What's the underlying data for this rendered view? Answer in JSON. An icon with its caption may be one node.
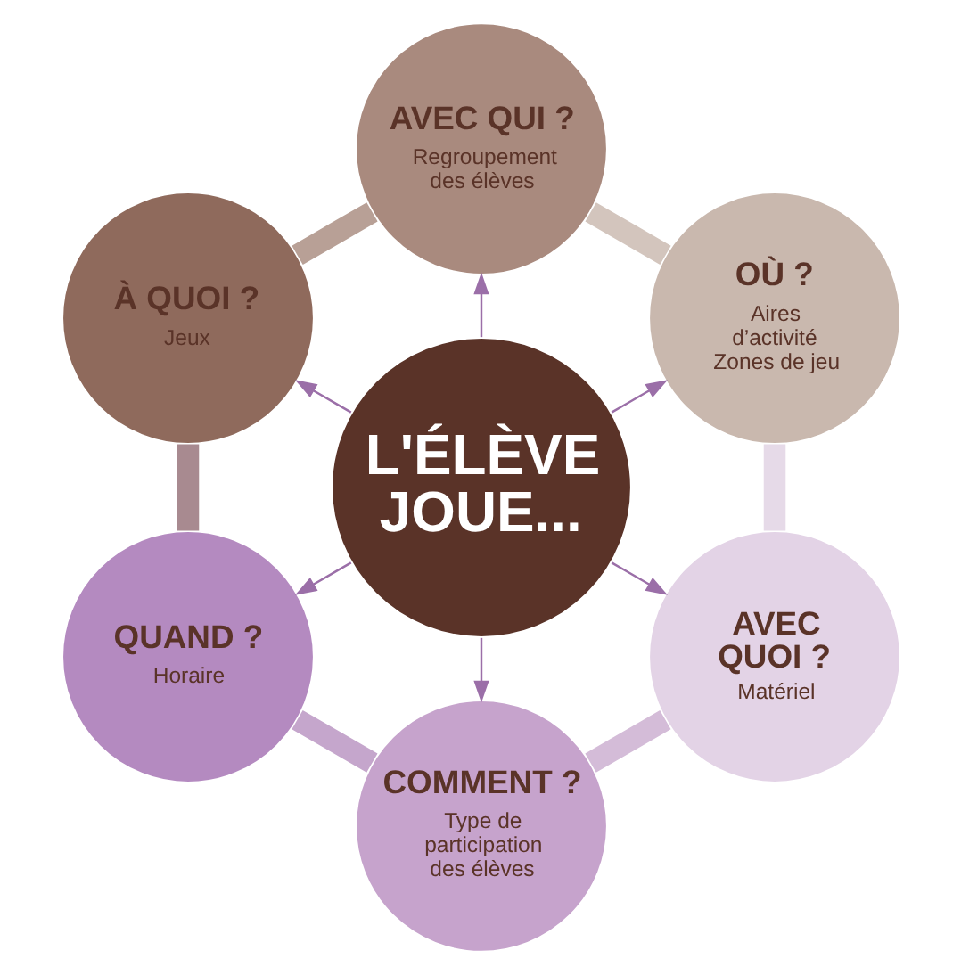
{
  "diagram": {
    "nodes": [
      {
        "text": [
          "L'ÉLÈVE JOUE..."
        ]
      },
      {
        "text": [
          "OÙ ?",
          "Aires d’activité Zones de jeu"
        ]
      },
      {
        "text": [
          "AVEC QUI ?",
          "Regroupement des élèves"
        ]
      },
      {
        "text": [
          "À QUOI ?",
          "Jeux"
        ]
      },
      {
        "text": [
          "QUAND ?",
          "Horaire"
        ]
      },
      {
        "text": [
          "COMMENT ?",
          "Type de participation des élèves"
        ]
      },
      {
        "text": [
          "AVEC QUOI ?",
          "Matériel"
        ]
      }
    ],
    "edges": [
      {
        "from": 0,
        "to": 1,
        "arrow": "to"
      },
      {
        "from": 0,
        "to": 2,
        "arrow": "to"
      },
      {
        "from": 0,
        "to": 3,
        "arrow": "to"
      },
      {
        "from": 0,
        "to": 4,
        "arrow": "to"
      },
      {
        "from": 0,
        "to": 5,
        "arrow": "to"
      },
      {
        "from": 0,
        "to": 6,
        "arrow": "to"
      },
      {
        "from": 1,
        "to": 2,
        "arrow": "none",
        "style": "thick",
        "color": "#d3c5bd"
      },
      {
        "from": 2,
        "to": 3,
        "arrow": "none",
        "style": "thick",
        "color": "#b8a096"
      },
      {
        "from": 3,
        "to": 4,
        "arrow": "none",
        "style": "thick",
        "color": "#a88a90"
      },
      {
        "from": 4,
        "to": 5,
        "arrow": "none",
        "style": "thick",
        "color": "#c5a6cc"
      },
      {
        "from": 5,
        "to": 6,
        "arrow": "none",
        "style": "thick",
        "color": "#d4bcd8"
      },
      {
        "from": 6,
        "to": 1,
        "arrow": "none",
        "style": "thick",
        "color": "#e6dae8"
      }
    ]
  }
}
